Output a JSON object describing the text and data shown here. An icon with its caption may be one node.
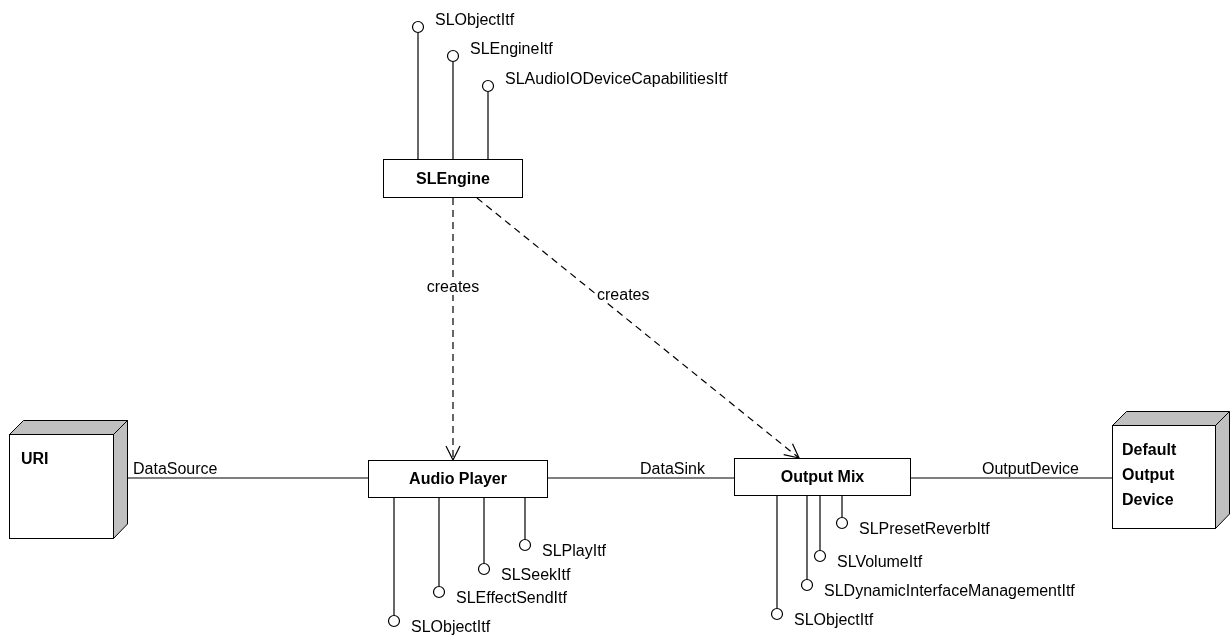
{
  "diagram": {
    "nodes": [
      {
        "text": [
          "SLObjectItf"
        ]
      },
      {
        "text": [
          "SLEngineItf"
        ]
      },
      {
        "text": [
          "SLAudioIODeviceCapabilitiesItf"
        ]
      },
      {
        "text": [
          "SLEngine"
        ]
      },
      {
        "text": [
          "URI"
        ]
      },
      {
        "text": [
          "Audio Player"
        ]
      },
      {
        "text": [
          "Output Mix"
        ]
      },
      {
        "text": [
          "Default Output Device"
        ]
      },
      {
        "text": [
          "SLPlayItf"
        ]
      },
      {
        "text": [
          "SLSeekItf"
        ]
      },
      {
        "text": [
          "SLEffectSendItf"
        ]
      },
      {
        "text": [
          "SLObjectItf"
        ]
      },
      {
        "text": [
          "SLPresetReverbItf"
        ]
      },
      {
        "text": [
          "SLVolumeItf"
        ]
      },
      {
        "text": [
          "SLDynamicInterfaceManagementItf"
        ]
      },
      {
        "text": [
          "SLObjectItf"
        ]
      }
    ],
    "edges": [
      {
        "from": 3,
        "to": 0,
        "arrow": "other"
      },
      {
        "from": 3,
        "to": 1,
        "arrow": "other"
      },
      {
        "from": 3,
        "to": 2,
        "arrow": "other"
      },
      {
        "from": 3,
        "to": 5,
        "arrow": "to",
        "label": "creates",
        "style": "dashed"
      },
      {
        "from": 3,
        "to": 6,
        "arrow": "to",
        "label": "creates",
        "style": "dashed"
      },
      {
        "from": 4,
        "to": 5,
        "arrow": "none",
        "label": "DataSource"
      },
      {
        "from": 5,
        "to": 6,
        "arrow": "none",
        "label": "DataSink"
      },
      {
        "from": 6,
        "to": 7,
        "arrow": "none",
        "label": "OutputDevice"
      },
      {
        "from": 5,
        "to": 8,
        "arrow": "other"
      },
      {
        "from": 5,
        "to": 9,
        "arrow": "other"
      },
      {
        "from": 5,
        "to": 10,
        "arrow": "other"
      },
      {
        "from": 5,
        "to": 11,
        "arrow": "other"
      },
      {
        "from": 6,
        "to": 12,
        "arrow": "other"
      },
      {
        "from": 6,
        "to": 13,
        "arrow": "other"
      },
      {
        "from": 6,
        "to": 14,
        "arrow": "other"
      },
      {
        "from": 6,
        "to": 15,
        "arrow": "other"
      }
    ]
  }
}
